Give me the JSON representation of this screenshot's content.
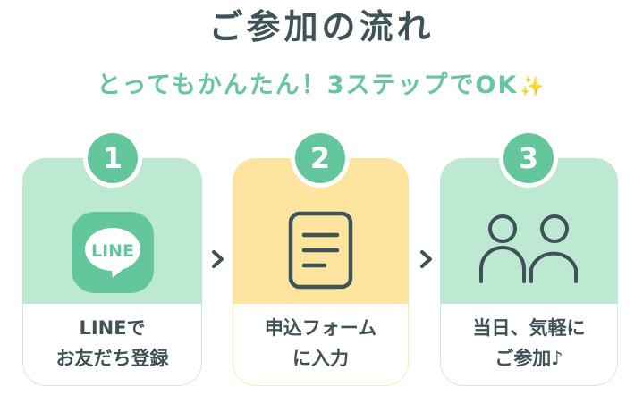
{
  "header": {
    "title": "ご参加の流れ",
    "subtitle": "とってもかんたん！3ステップでOK",
    "subtitle_icon": "✨"
  },
  "steps": [
    {
      "number": "1",
      "icon": "line-app-icon",
      "icon_text": "LINE",
      "label": "LINEで\nお友だち登録",
      "color": "#bde9d3"
    },
    {
      "number": "2",
      "icon": "document-icon",
      "label": "申込フォーム\nに入力",
      "color": "#fde49f"
    },
    {
      "number": "3",
      "icon": "people-icon",
      "label": "当日、気軽に\nご参加♪",
      "color": "#bde9d3"
    }
  ],
  "colors": {
    "badge": "#63c69c",
    "title": "#3f5257",
    "subtitle": "#66c79c",
    "sparkle": "#f7c23a"
  }
}
